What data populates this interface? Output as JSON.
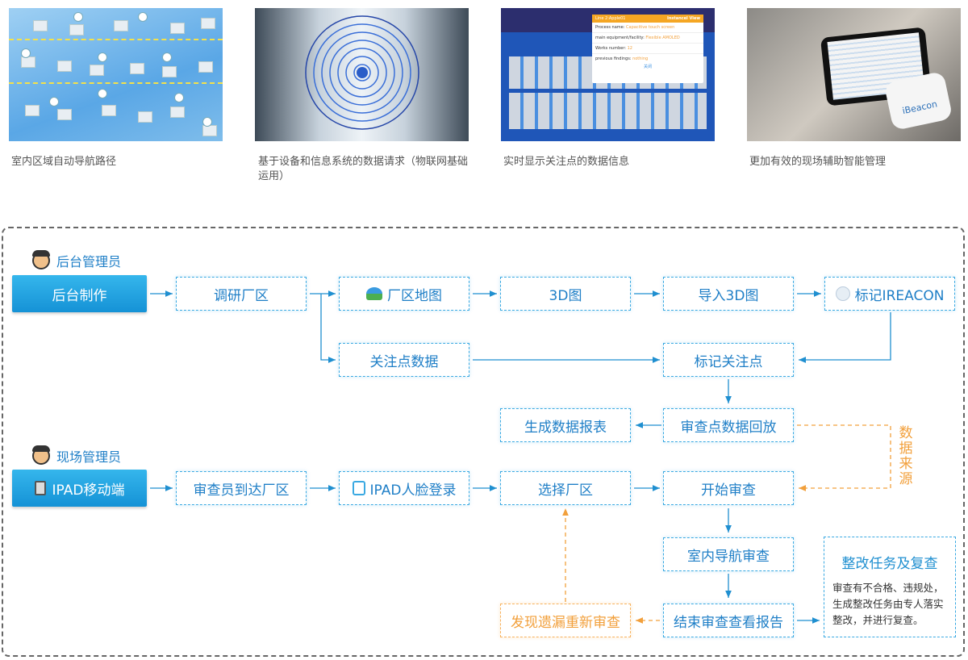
{
  "gallery": [
    {
      "caption": "室内区域自动导航路径"
    },
    {
      "caption": "基于设备和信息系统的数据请求（物联网基础运用）"
    },
    {
      "caption": "实时显示关注点的数据信息",
      "popup": {
        "title": "Line 2:Apple01",
        "view": "Instancel View",
        "rows": [
          {
            "label": "Process name:",
            "value": "Capacitive touch screen"
          },
          {
            "label": "main equipment/facility:",
            "value": "Flexible AMOLED"
          },
          {
            "label": "Works number:",
            "value": "12"
          },
          {
            "label": "previous findings:",
            "value": "nothing"
          }
        ],
        "close": "关闭"
      }
    },
    {
      "caption": "更加有效的现场辅助智能管理",
      "logo": "iBeacon"
    }
  ],
  "flow": {
    "admin_role": "后台管理员",
    "admin_main": "后台制作",
    "field_role": "现场管理员",
    "field_main": "IPAD移动端",
    "survey": "调研厂区",
    "map": "厂区地图",
    "3d": "3D图",
    "import3d": "导入3D图",
    "mark_beacon": "标记IREACON",
    "focus_data": "关注点数据",
    "mark_focus": "标记关注点",
    "report": "生成数据报表",
    "playback": "审查点数据回放",
    "data_source": "数据来源",
    "arrive": "审查员到达厂区",
    "face_login": "IPAD人脸登录",
    "select": "选择厂区",
    "start": "开始审查",
    "indoor_nav": "室内导航审查",
    "finish": "结束审查查看报告",
    "recheck": "发现遗漏重新审查",
    "rectify_title": "整改任务及复查",
    "rectify_desc": "审查有不合格、违规处，生成整改任务由专人落实整改，并进行复查。"
  },
  "colors": {
    "blue": "#1f8fd0",
    "orange": "#f2a03c"
  }
}
